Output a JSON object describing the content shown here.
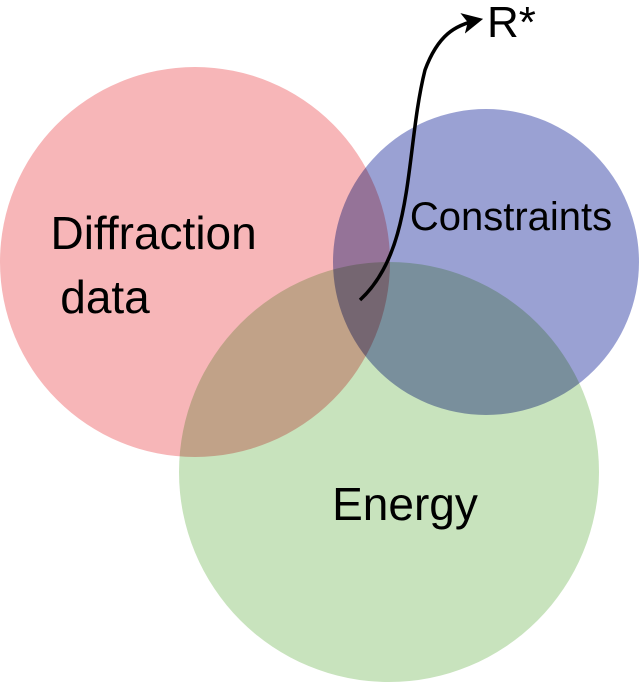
{
  "diagram": {
    "sets": [
      {
        "id": "diffraction",
        "label_lines": [
          "Diffraction",
          "data"
        ],
        "color": "#f7b6b8"
      },
      {
        "id": "constraints",
        "label_lines": [
          "Constraints"
        ],
        "color": "#9aa1d3"
      },
      {
        "id": "energy",
        "label_lines": [
          "Energy"
        ],
        "color": "#c8e3bd"
      }
    ],
    "arrow": {
      "label": "R*",
      "color": "#000000"
    }
  }
}
